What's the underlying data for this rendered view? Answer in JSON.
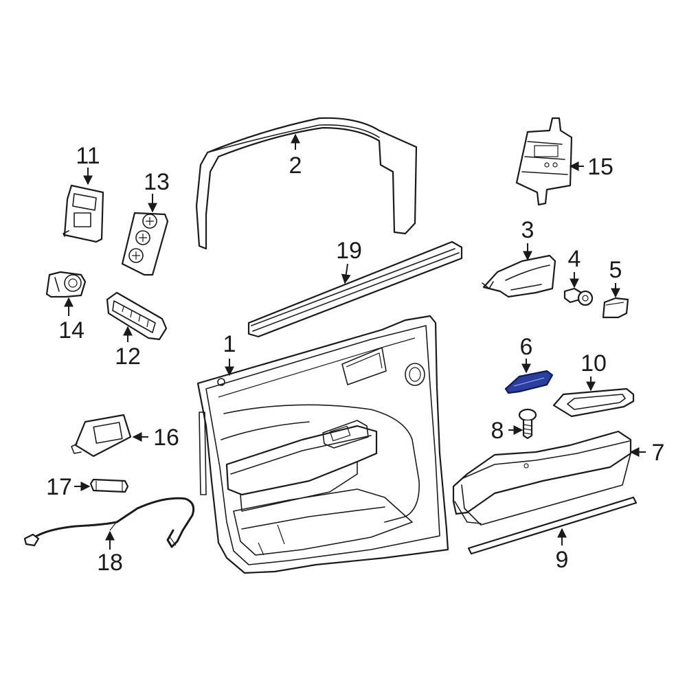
{
  "callouts": {
    "c1": "1",
    "c2": "2",
    "c3": "3",
    "c4": "4",
    "c5": "5",
    "c6": "6",
    "c7": "7",
    "c8": "8",
    "c9": "9",
    "c10": "10",
    "c11": "11",
    "c12": "12",
    "c13": "13",
    "c14": "14",
    "c15": "15",
    "c16": "16",
    "c17": "17",
    "c18": "18",
    "c19": "19"
  },
  "colors": {
    "line": "#1a1a1a",
    "background": "#ffffff",
    "highlight_fill": "#2b3f9e",
    "highlight_stroke": "#0d1a5c"
  },
  "highlighted_part": "6"
}
